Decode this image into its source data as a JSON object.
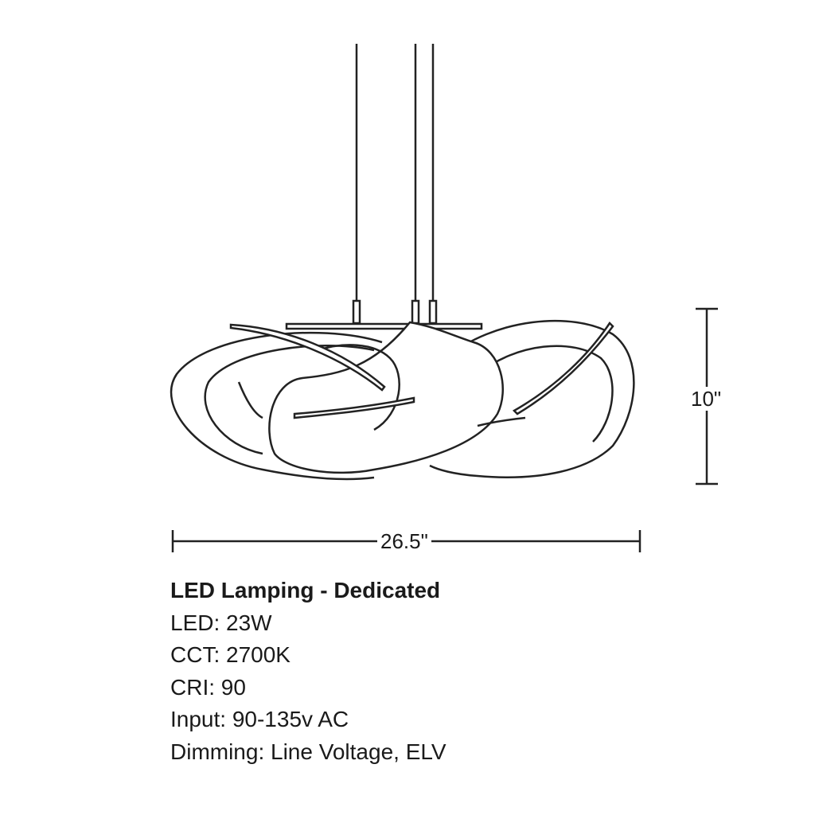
{
  "dimensions": {
    "width": "26.5\"",
    "height": "10\""
  },
  "specs": {
    "title": "LED Lamping - Dedicated",
    "lines": [
      "LED: 23W",
      "CCT: 2700K",
      "CRI: 90",
      "Input: 90-135v AC",
      "Dimming: Line Voltage, ELV"
    ]
  }
}
